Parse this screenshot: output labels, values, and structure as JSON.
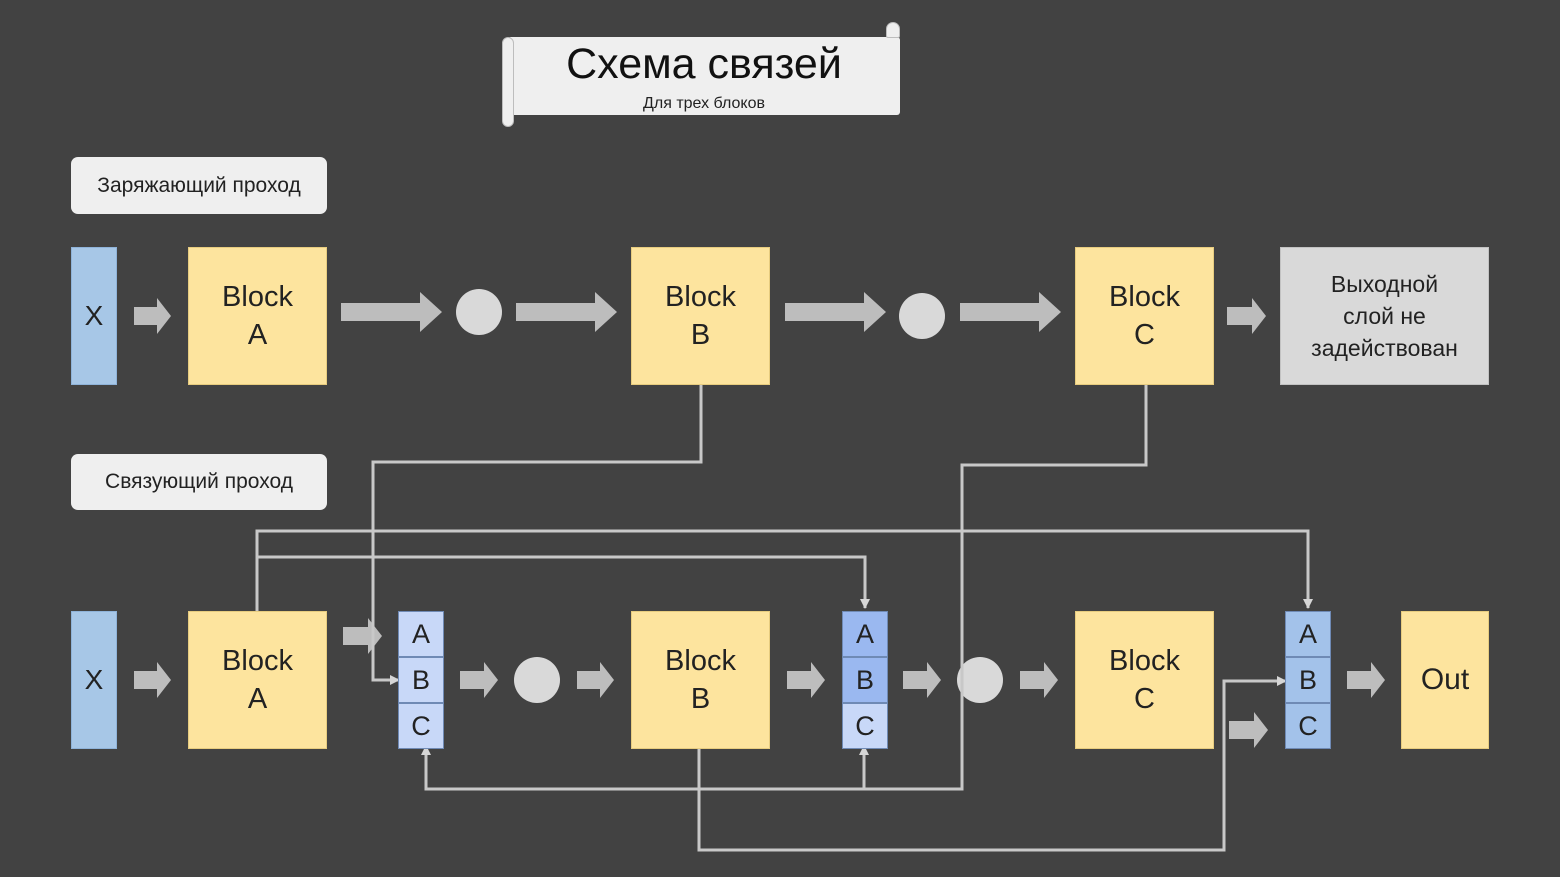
{
  "title": "Схема связей",
  "subtitle": "Для трех блоков",
  "labels": {
    "charge_pass": "Заряжающий проход",
    "link_pass": "Связующий проход"
  },
  "top_row": {
    "x": "X",
    "block_a": [
      "Block",
      "A"
    ],
    "block_b": [
      "Block",
      "B"
    ],
    "block_c": [
      "Block",
      "C"
    ],
    "output": [
      "Выходной",
      "слой не",
      "задействован"
    ]
  },
  "bottom_row": {
    "x": "X",
    "block_a": [
      "Block",
      "A"
    ],
    "block_b": [
      "Block",
      "B"
    ],
    "block_c": [
      "Block",
      "C"
    ],
    "stack1": [
      "A",
      "B",
      "C"
    ],
    "stack2": [
      "A",
      "B",
      "C"
    ],
    "stack3": [
      "A",
      "B",
      "C"
    ],
    "out": "Out"
  },
  "colors": {
    "background": "#424242",
    "block": "#fde49e",
    "input": "#a7c7e7",
    "inactive": "#d9d9d9",
    "arrow": "#bdbdbd",
    "line": "#c8c8c8"
  }
}
